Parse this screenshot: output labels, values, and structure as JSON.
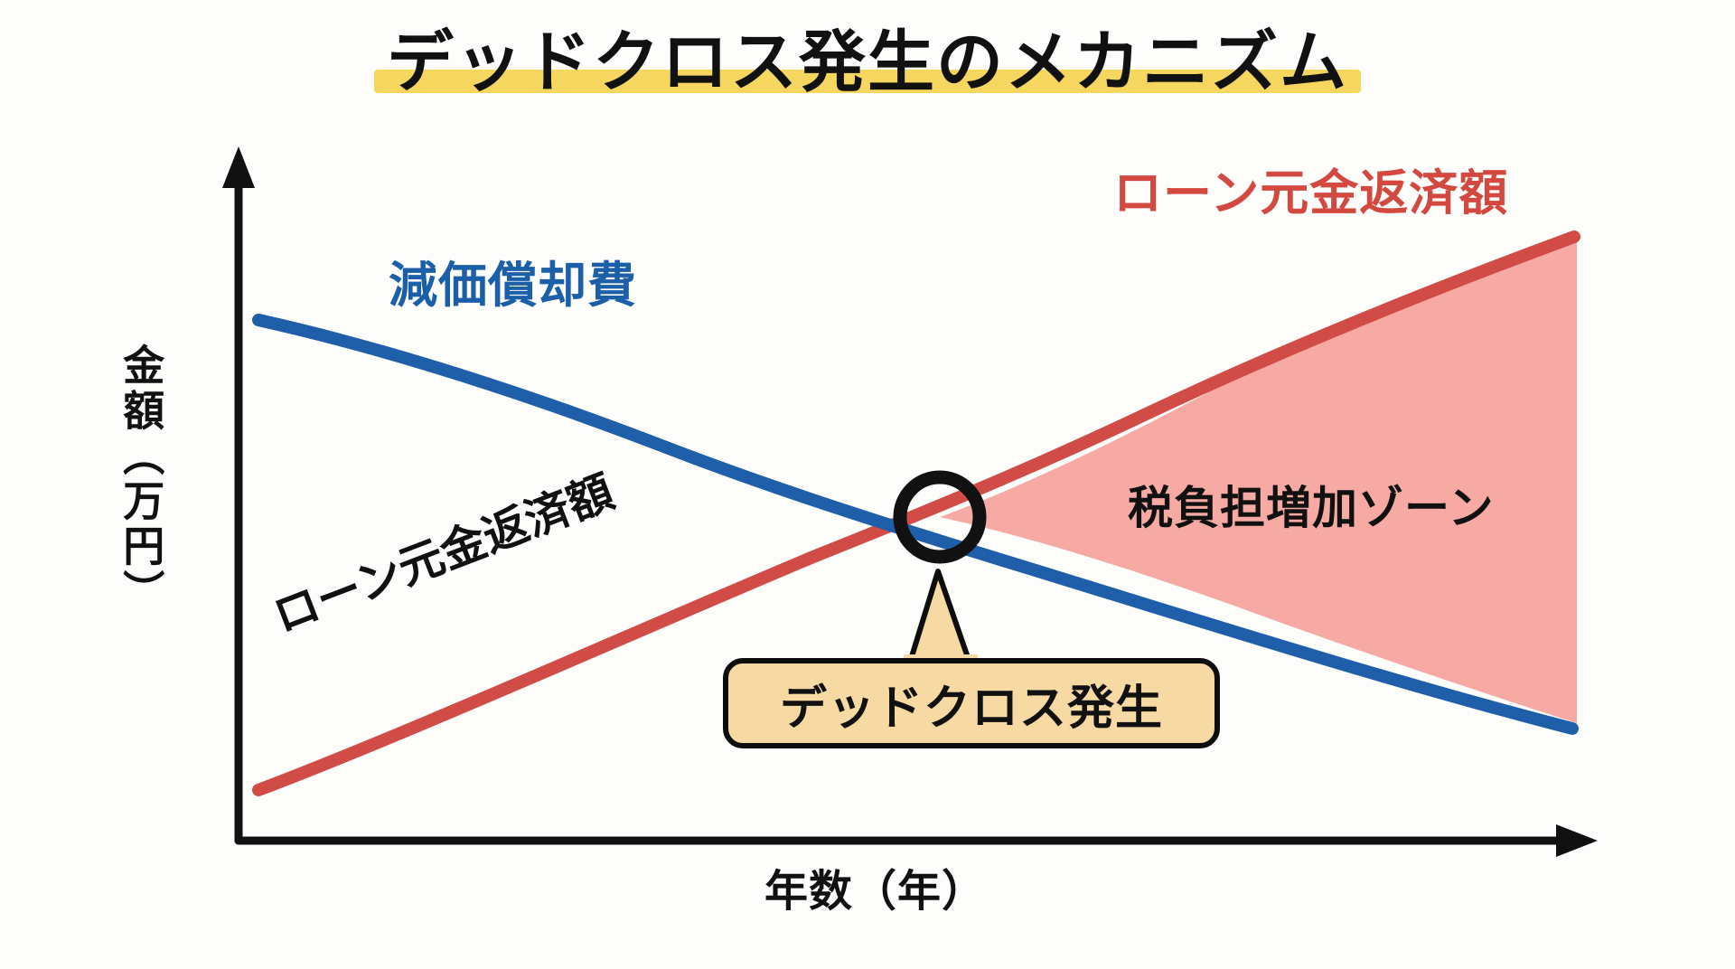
{
  "title": {
    "text": "デッドクロス発生のメカニズム",
    "highlight_color": "#f5d65f",
    "text_color": "#111111"
  },
  "axes": {
    "y_label": "金額（万円）",
    "x_label": "年数（年）",
    "axis_color": "#111111"
  },
  "labels": {
    "depreciation": "減価償却費",
    "loan_principal_top": "ローン元金返済額",
    "loan_principal_rotated": "ローン元金返済額",
    "tax_zone": "税負担増加ゾーン",
    "callout": "デッドクロス発生"
  },
  "colors": {
    "blue_line": "#1f5faa",
    "red_line": "#d14b47",
    "zone_fill": "#f7aaa4",
    "callout_fill": "#f7d9a4",
    "callout_border": "#0d0d0d",
    "crossing_marker": "#111111",
    "background": "#fdfdfc"
  },
  "chart_data": {
    "type": "line",
    "title": "デッドクロス発生のメカニズム",
    "xlabel": "年数（年）",
    "ylabel": "金額（万円）",
    "grid": false,
    "legend_position": "inline-annotations",
    "axis_ticks": [],
    "xlim": [
      0,
      10
    ],
    "ylim": [
      0,
      10
    ],
    "series": [
      {
        "name": "減価償却費",
        "color": "#1f5faa",
        "style": "curved-decreasing",
        "x": [
          0.5,
          2.0,
          3.5,
          5.0,
          6.5,
          8.0,
          9.6
        ],
        "values": [
          8.3,
          7.3,
          6.4,
          5.5,
          4.6,
          3.6,
          2.5
        ]
      },
      {
        "name": "ローン元金返済額",
        "color": "#d14b47",
        "style": "linear-increasing",
        "x": [
          0.5,
          2.0,
          3.5,
          5.0,
          6.5,
          8.0,
          9.6
        ],
        "values": [
          1.5,
          2.7,
          3.9,
          5.2,
          6.5,
          7.8,
          9.1
        ]
      }
    ],
    "annotations": [
      {
        "name": "crossing-point",
        "label": "デッドクロス発生",
        "x": 5.35,
        "y": 5.35,
        "marker": "open-circle"
      },
      {
        "name": "tax-burden-zone",
        "label": "税負担増加ゾーン",
        "region": "between-series-after-crossing",
        "fill": "#f7aaa4"
      }
    ]
  }
}
